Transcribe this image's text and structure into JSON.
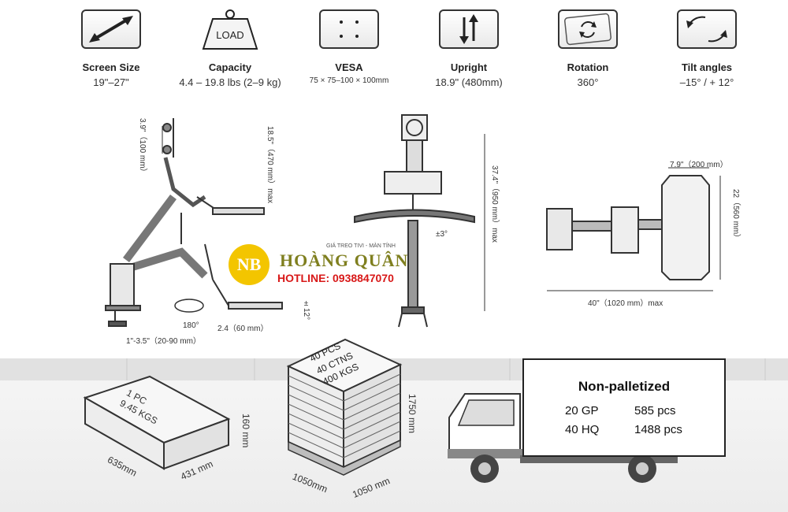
{
  "specs": [
    {
      "title": "Screen Size",
      "value": "19\"–27\"",
      "icon": "diagonal-arrow-icon"
    },
    {
      "title": "Capacity",
      "value": "4.4 – 19.8 lbs (2–9 kg)",
      "icon": "load-weight-icon",
      "icon_text": "LOAD"
    },
    {
      "title": "VESA",
      "value": "75 × 75–100 × 100mm",
      "icon": "vesa-pattern-icon"
    },
    {
      "title": "Upright",
      "value": "18.9\" (480mm)",
      "icon": "updown-arrows-icon"
    },
    {
      "title": "Rotation",
      "value": "360°",
      "icon": "rotation-icon"
    },
    {
      "title": "Tilt angles",
      "value": "–15°   / + 12°",
      "icon": "tilt-icon"
    }
  ],
  "side_view": {
    "dim_left": "3.9\"（100 mm）",
    "dim_right": "18.5\"（470 mm）max",
    "angle": "180°",
    "depth": "2.4（60 mm）",
    "tilt": "±12°",
    "clamp": "1\"-3.5\"（20-90 mm）"
  },
  "front_view": {
    "height": "37.4\"（950 mm）max",
    "angle": "±3°"
  },
  "top_view": {
    "width_top": "7.9\"（200 mm）",
    "depth": "22（560 mm）",
    "width_bottom": "40\"（1020 mm）max"
  },
  "watermark": {
    "logo": "NB",
    "title": "HOÀNG QUÂN",
    "tagline": "GIÁ TREO TIVI - MÀN TÍNH",
    "hotline": "HOTLINE: 0938847070"
  },
  "box": {
    "pcs": "1 PC",
    "weight": "9.45 KGS",
    "length": "635mm",
    "width": "431 mm",
    "height": "160 mm"
  },
  "pallet": {
    "line1": "40 PCS",
    "line2": "40 CTNS",
    "line3": "400 KGS",
    "height": "1750 mm",
    "length": "1050mm",
    "width": "1050 mm"
  },
  "shipping": {
    "title": "Non-palletized",
    "rows": [
      {
        "container": "20 GP",
        "qty": "585 pcs"
      },
      {
        "container": "40 HQ",
        "qty": "1488 pcs"
      }
    ]
  }
}
